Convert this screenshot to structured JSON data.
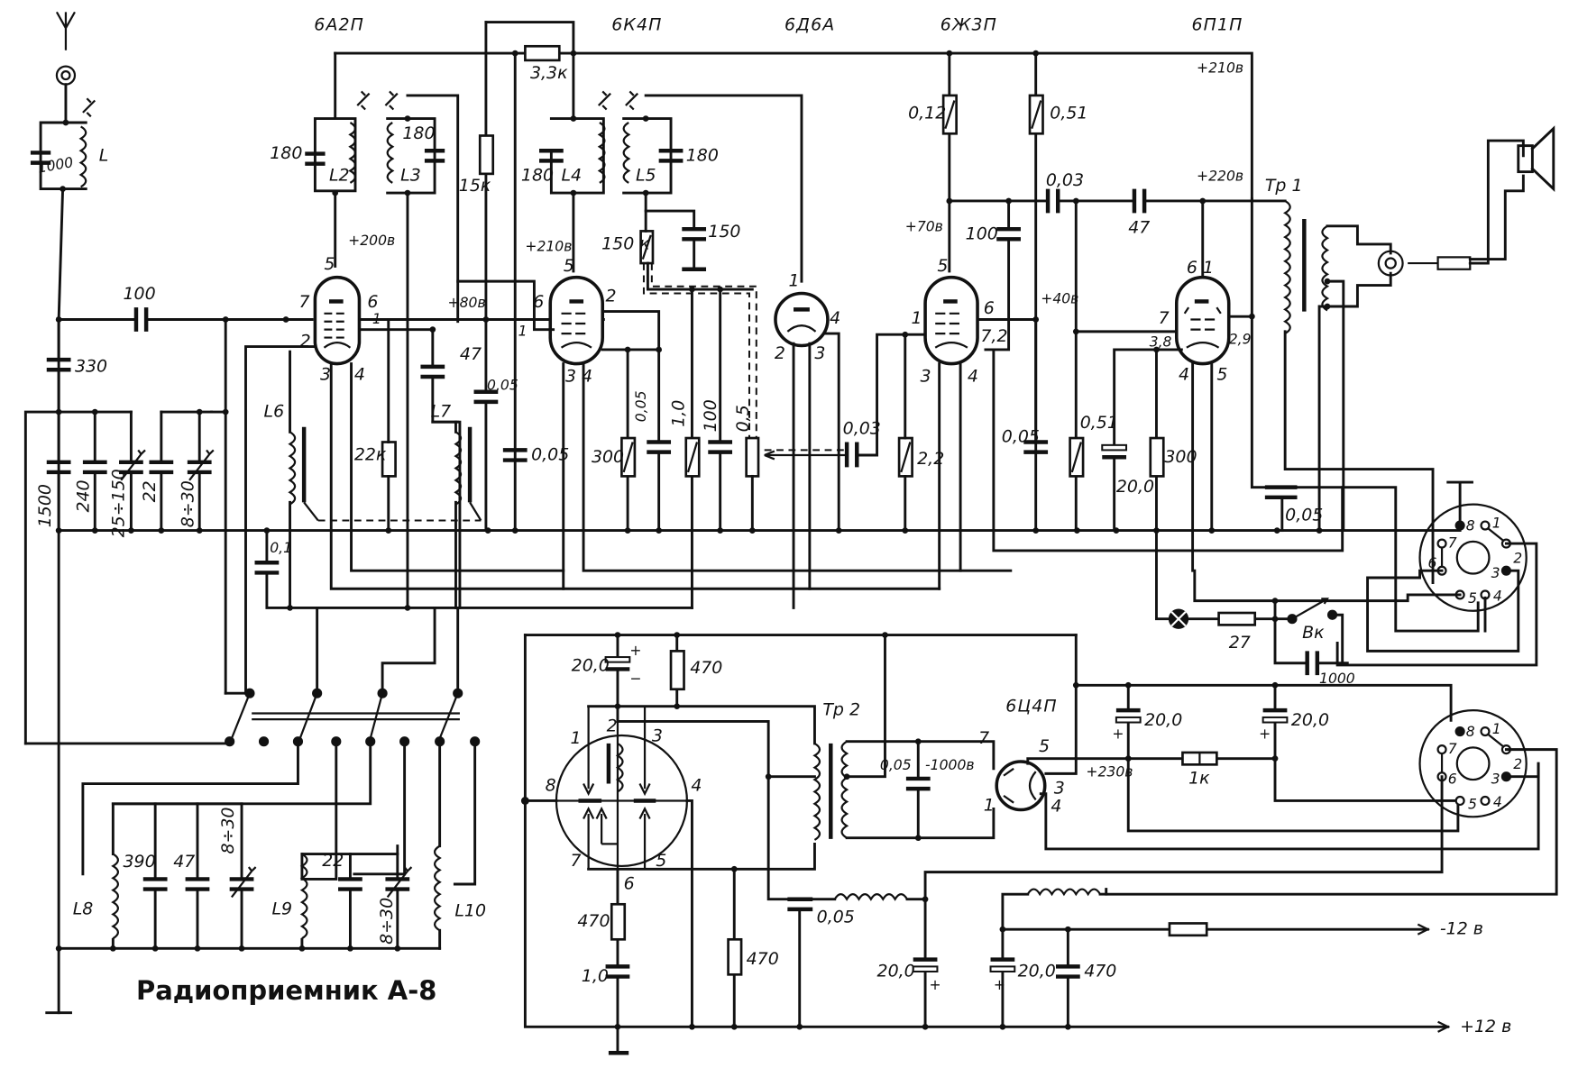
{
  "title": "Радиоприемник А-8",
  "colors": {
    "ink": "#111111",
    "paper": "#ffffff"
  },
  "tubes": {
    "rf_converter": "6А2П",
    "if_amp": "6К4П",
    "detector": "6Д6А",
    "af_preamp": "6Ж3П",
    "output": "6П1П",
    "rectifier": "6Ц4П"
  },
  "voltages": {
    "v200": "+200в",
    "v80": "+80в",
    "v210a": "+210в",
    "v210b": "+210в",
    "v70": "+70в",
    "v40": "+40в",
    "v220": "+220в",
    "v230": "+230в",
    "v1000": "-1000в",
    "minus12": "-12 в",
    "plus12": "+12 в"
  },
  "inductors": {
    "L": "L",
    "L2": "L2",
    "L3": "L3",
    "L4": "L4",
    "L5": "L5",
    "L6": "L6",
    "L7": "L7",
    "L8": "L8",
    "L9": "L9",
    "L10": "L10"
  },
  "transformers": {
    "tr1": "Тр 1",
    "tr2": "Тр 2"
  },
  "switch": {
    "power": "Вк"
  },
  "components": {
    "c_ant_1000": "1000",
    "c_coupling_100": "100",
    "c_330": "330",
    "c_1500": "1500",
    "c_240": "240",
    "c_25_150": "25÷150",
    "c_22": "22",
    "c_8_30_a": "8÷30",
    "c_L2_180": "180",
    "c_L3_180": "180",
    "r_15k": "15к",
    "r_3_3k": "3,3к",
    "c_L4_180": "180",
    "c_L5_180": "180",
    "r_150k": "150 к",
    "c_150": "150",
    "c_47_a": "47",
    "c_005_a": "0,05",
    "c_005_b": "0,05",
    "r_22k": "22к",
    "c_01": "0,1",
    "r_300_a": "300",
    "c_005_c": "0,05",
    "r_1_0": "1,0",
    "c_100_b": "100",
    "pot_0_5": "0,5",
    "c_003_a": "0,03",
    "r_2_2": "2,2",
    "r_012": "0,12",
    "r_051_a": "0,51",
    "c_100_c": "100",
    "c_003_b": "0,03",
    "c_47_b": "47",
    "c_005_d": "0,05",
    "r_051_b": "0,51",
    "c_20_a": "20,0",
    "r_300_b": "300",
    "c_005_e": "0,05",
    "r_27": "27",
    "c_1000_b": "1000",
    "c_20_b": "20,0",
    "r_470_a": "470",
    "c_005_f": "0,05",
    "c_20_c": "20,0",
    "c_20_d": "20,0",
    "r_1k": "1к",
    "r_470_b": "470",
    "c_1_0": "1,0",
    "r_470_c": "470",
    "c_005_g": "0,05",
    "c_20_e": "20,0",
    "c_20_f": "20,0",
    "c_470": "470",
    "c_390": "390",
    "c_47_c": "47",
    "c_8_30_b": "8÷30",
    "c_22_b": "22",
    "c_8_30_c": "8÷30"
  },
  "pins": {
    "t1": [
      "5",
      "7",
      "6",
      "2",
      "1",
      "3",
      "4"
    ],
    "t2": [
      "5",
      "6",
      "2",
      "1",
      "3 4"
    ],
    "t3": [
      "1",
      "4",
      "2",
      "3"
    ],
    "t4": [
      "5",
      "1",
      "6",
      "7,2",
      "3",
      "4"
    ],
    "t5": [
      "6 1",
      "7",
      "3,8",
      "2,9",
      "4",
      "5"
    ],
    "t6": [
      "7",
      "5",
      "3",
      "1",
      "4"
    ],
    "vib": [
      "2",
      "3",
      "1",
      "8",
      "4",
      "7",
      "5",
      "6"
    ],
    "socket": [
      "8",
      "1",
      "7",
      "2",
      "6",
      "3",
      "5",
      "4"
    ]
  }
}
